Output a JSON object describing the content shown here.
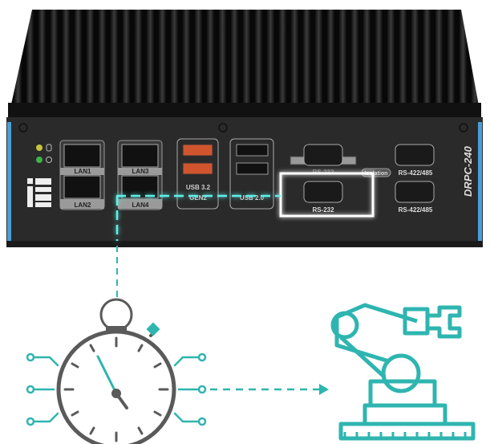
{
  "device": {
    "model": "DRPC-240",
    "logo": "iEi",
    "ports": {
      "lan1": "LAN1",
      "lan2": "LAN2",
      "lan3": "LAN3",
      "lan4": "LAN4",
      "usb32_line1": "USB 3.2",
      "usb32_line2": "GEN2",
      "usb20": "USB 2.0",
      "com_top_left": "RS-232",
      "com_bottom_left": "RS-232",
      "com_top_right": "RS-422/485",
      "com_bottom_right": "RS-422/485",
      "isolation": "Isolation"
    },
    "indicators": [
      "hdd-led-icon",
      "power-led-icon"
    ]
  },
  "illustration": {
    "icons": [
      "stopwatch-icon",
      "robot-arm-icon"
    ],
    "colors": {
      "accent": "#2fb5b0",
      "highlight": "#5ff0e8",
      "outline": "#5a5a5a",
      "panel": "#2a2a2a",
      "side_strip": "#4a9fd6",
      "usb3": "#d0552f"
    }
  }
}
